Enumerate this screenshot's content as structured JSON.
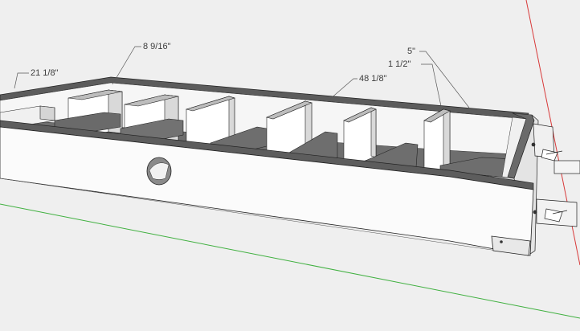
{
  "viewport": {
    "background": "#efefef",
    "axis_colors": {
      "red": "#d83a3a",
      "green": "#3fb03f"
    }
  },
  "dimensions": [
    {
      "id": "width",
      "label": "21 1/8\""
    },
    {
      "id": "divider-spacing",
      "label": "8 9/16\""
    },
    {
      "id": "length",
      "label": "48 1/8\""
    },
    {
      "id": "block-depth",
      "label": "5\""
    },
    {
      "id": "block-thickness",
      "label": "1 1/2\""
    }
  ]
}
